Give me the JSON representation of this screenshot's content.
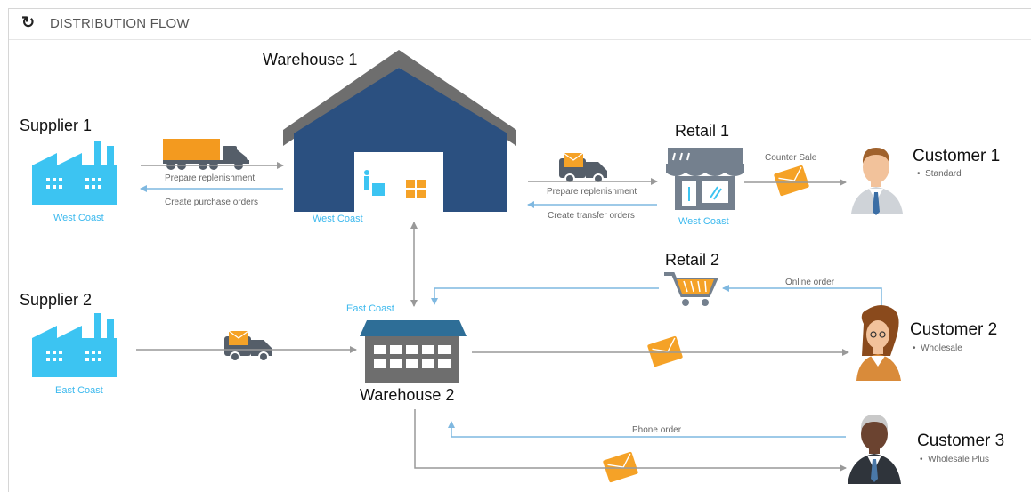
{
  "header": {
    "title": "DISTRIBUTION FLOW",
    "refresh_icon": "refresh-icon"
  },
  "nodes": {
    "supplier1": {
      "title": "Supplier 1",
      "location": "West Coast"
    },
    "supplier2": {
      "title": "Supplier 2",
      "location": "East Coast"
    },
    "warehouse1": {
      "title": "Warehouse 1",
      "location": "West Coast"
    },
    "warehouse2": {
      "title": "Warehouse 2",
      "location": "East Coast"
    },
    "retail1": {
      "title": "Retail 1",
      "location": "West Coast"
    },
    "retail2": {
      "title": "Retail 2"
    },
    "customer1": {
      "title": "Customer 1",
      "type": "Standard"
    },
    "customer2": {
      "title": "Customer 2",
      "type": "Wholesale"
    },
    "customer3": {
      "title": "Customer 3",
      "type": "Wholesale Plus"
    }
  },
  "flows": {
    "s1_w1": "Prepare replenishment",
    "w1_s1": "Create purchase orders",
    "w1_r1": "Prepare replenishment",
    "r1_w1": "Create transfer orders",
    "r1_c1": "Counter Sale",
    "c2_r2": "Online order",
    "c3_w2": "Phone order"
  },
  "colors": {
    "factory": "#3cc4f2",
    "warehouse1": "#2b5080",
    "roof": "#6e6e6e",
    "store": "#74808e",
    "truck": "#f39a1f",
    "truck_cab": "#555e69",
    "package": "#f5a227",
    "arrow_gray": "#999999",
    "arrow_blue": "#7fb8e0",
    "location_text": "#3cb9ee"
  }
}
